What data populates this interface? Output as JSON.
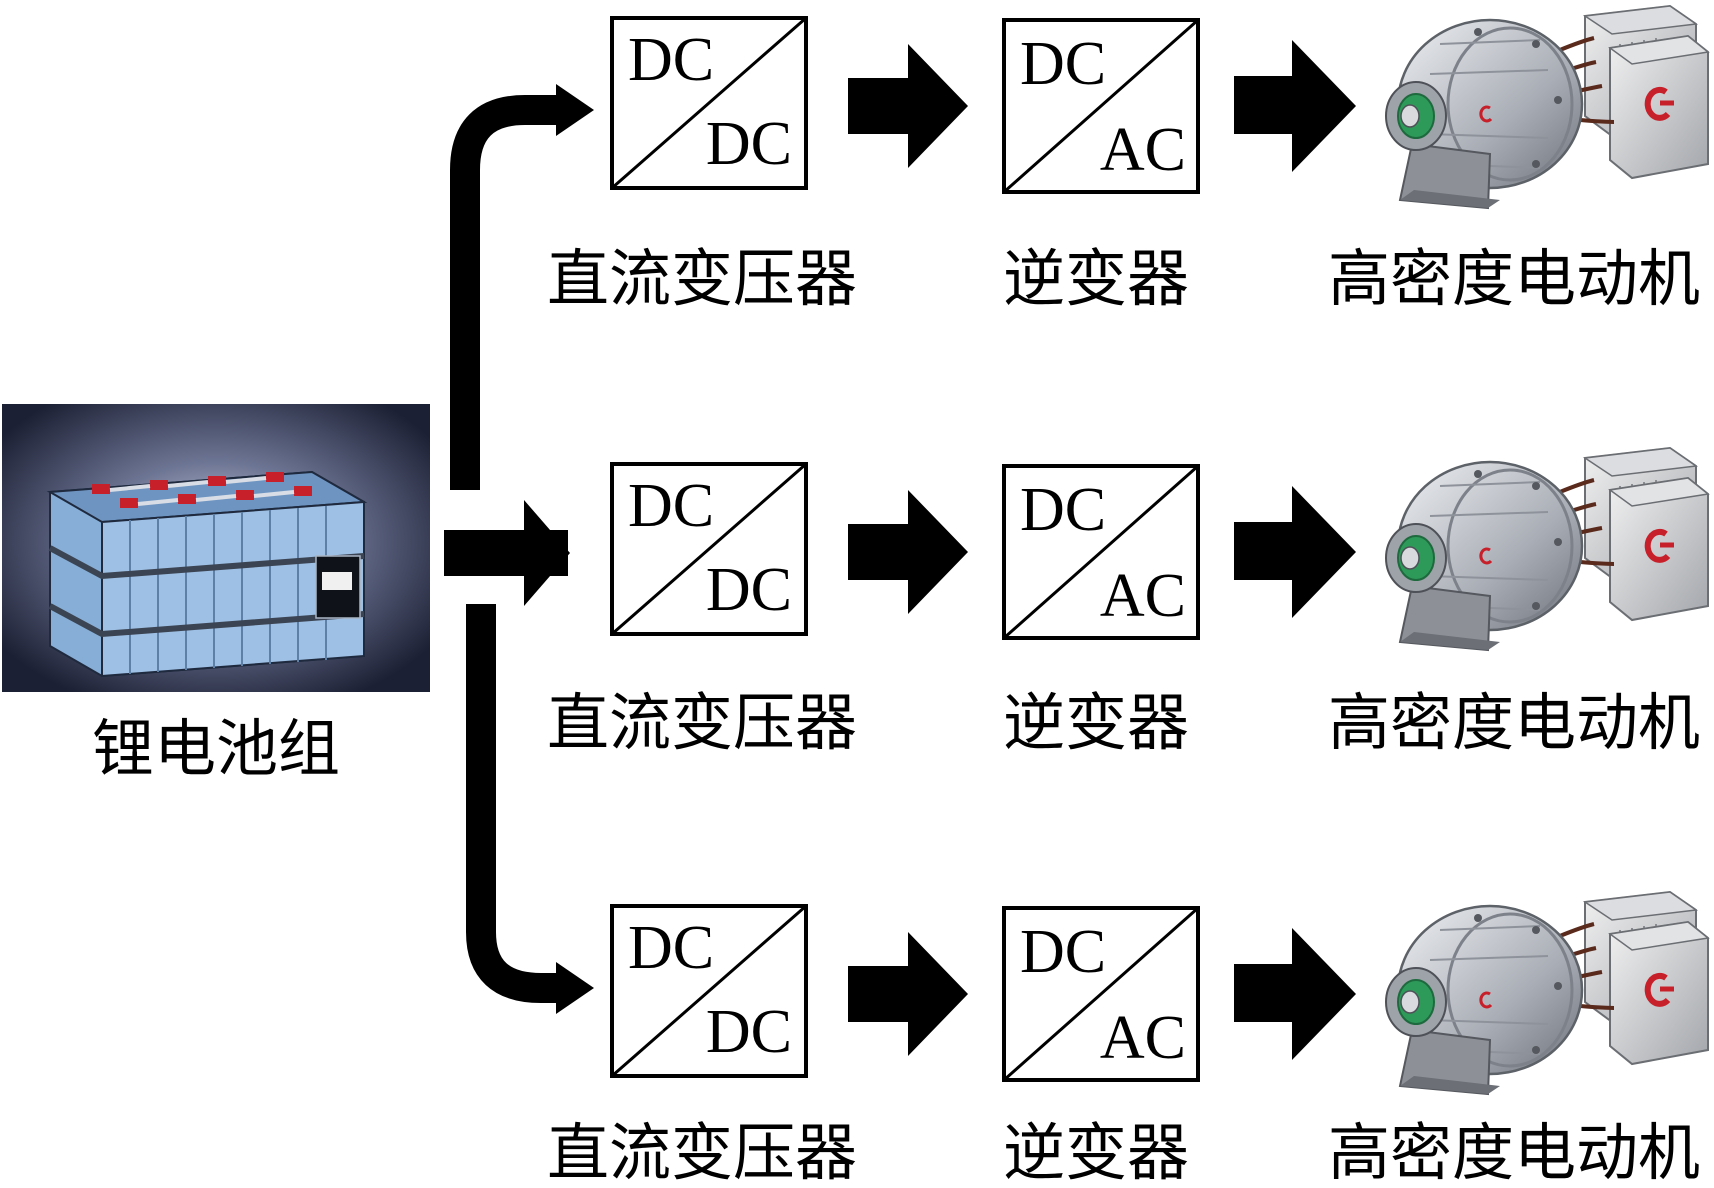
{
  "battery": {
    "label": "锂电池组",
    "icon": "battery-pack-icon"
  },
  "branches": [
    {
      "converter": {
        "top": "DC",
        "bottom": "DC",
        "label": "直流变压器"
      },
      "inverter": {
        "top": "DC",
        "bottom": "AC",
        "label": "逆变器"
      },
      "motor": {
        "label": "高密度电动机",
        "icon": "electric-motor-icon"
      }
    },
    {
      "converter": {
        "top": "DC",
        "bottom": "DC",
        "label": "直流变压器"
      },
      "inverter": {
        "top": "DC",
        "bottom": "AC",
        "label": "逆变器"
      },
      "motor": {
        "label": "高密度电动机",
        "icon": "electric-motor-icon"
      }
    },
    {
      "converter": {
        "top": "DC",
        "bottom": "DC",
        "label": "直流变压器"
      },
      "inverter": {
        "top": "DC",
        "bottom": "AC",
        "label": "逆变器"
      },
      "motor": {
        "label": "高密度电动机",
        "icon": "electric-motor-icon"
      }
    }
  ],
  "colors": {
    "line": "#000000",
    "battery_bg": "#2a2f44",
    "battery_cell": "#8fb6dc",
    "battery_terminal": "#c8202a",
    "motor_body": "#b9bdc4",
    "motor_accent": "#2e9a5a",
    "motor_logo": "#c8202a"
  }
}
